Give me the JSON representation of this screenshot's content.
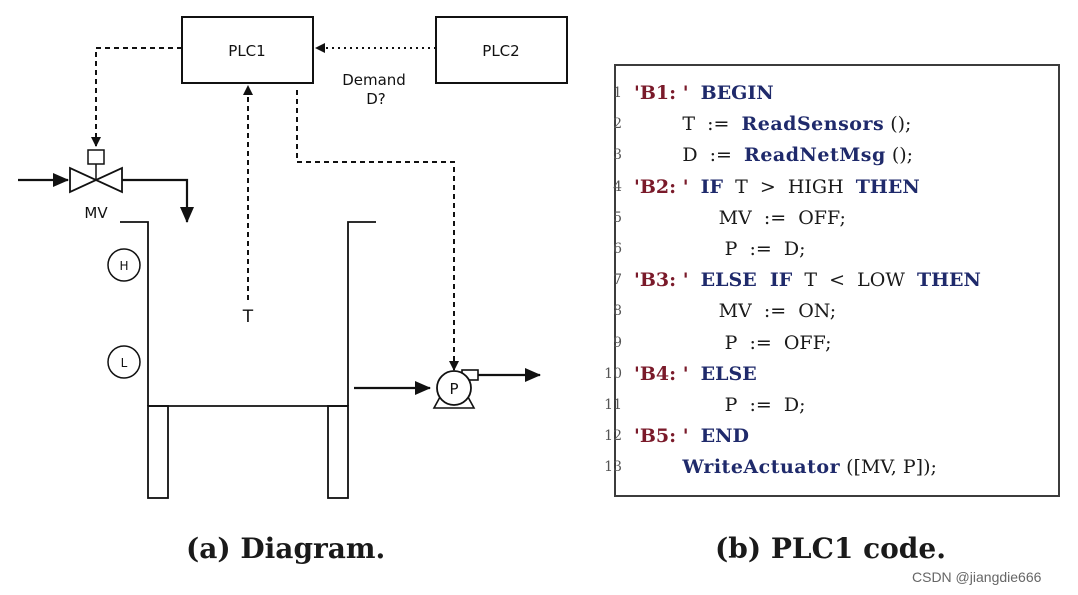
{
  "diagram": {
    "plc1": "PLC1",
    "plc2": "PLC2",
    "demand_line1": "Demand",
    "demand_line2": "D?",
    "valve_label": "MV",
    "sensor_label": "T",
    "high_level": "H",
    "low_level": "L",
    "pump_label": "P"
  },
  "captions": {
    "left": "(a) Diagram.",
    "right": "(b) PLC1 code."
  },
  "code": {
    "lines": [
      {
        "n": "1",
        "label": "'B1: '",
        "indent": "",
        "parts": [
          {
            "t": "BEGIN",
            "c": "kw"
          }
        ]
      },
      {
        "n": "2",
        "label": "",
        "indent": "        ",
        "parts": [
          {
            "t": "T  :=  ",
            "c": "plain"
          },
          {
            "t": "ReadSensors",
            "c": "fn"
          },
          {
            "t": " ();",
            "c": "plain"
          }
        ]
      },
      {
        "n": "3",
        "label": "",
        "indent": "        ",
        "parts": [
          {
            "t": "D  :=  ",
            "c": "plain"
          },
          {
            "t": "ReadNetMsg",
            "c": "fn"
          },
          {
            "t": " ();",
            "c": "plain"
          }
        ]
      },
      {
        "n": "4",
        "label": "'B2: '",
        "indent": "",
        "parts": [
          {
            "t": "IF",
            "c": "kw"
          },
          {
            "t": "  T  >  HIGH  ",
            "c": "plain"
          },
          {
            "t": "THEN",
            "c": "kw"
          }
        ]
      },
      {
        "n": "5",
        "label": "",
        "indent": "              ",
        "parts": [
          {
            "t": "MV  :=  OFF;",
            "c": "plain"
          }
        ]
      },
      {
        "n": "6",
        "label": "",
        "indent": "               ",
        "parts": [
          {
            "t": "P  :=  D;",
            "c": "plain"
          }
        ]
      },
      {
        "n": "7",
        "label": "'B3: '",
        "indent": "",
        "parts": [
          {
            "t": "ELSE  IF",
            "c": "kw"
          },
          {
            "t": "  T  <  LOW  ",
            "c": "plain"
          },
          {
            "t": "THEN",
            "c": "kw"
          }
        ]
      },
      {
        "n": "8",
        "label": "",
        "indent": "              ",
        "parts": [
          {
            "t": "MV  :=  ON;",
            "c": "plain"
          }
        ]
      },
      {
        "n": "9",
        "label": "",
        "indent": "               ",
        "parts": [
          {
            "t": "P  :=  OFF;",
            "c": "plain"
          }
        ]
      },
      {
        "n": "10",
        "label": "'B4: '",
        "indent": "",
        "parts": [
          {
            "t": "ELSE",
            "c": "kw"
          }
        ]
      },
      {
        "n": "11",
        "label": "",
        "indent": "               ",
        "parts": [
          {
            "t": "P  :=  D;",
            "c": "plain"
          }
        ]
      },
      {
        "n": "12",
        "label": "'B5: '",
        "indent": "",
        "parts": [
          {
            "t": "END",
            "c": "kw"
          }
        ]
      },
      {
        "n": "13",
        "label": "",
        "indent": "        ",
        "parts": [
          {
            "t": "WriteActuator",
            "c": "fn"
          },
          {
            "t": " ([MV, P]);",
            "c": "plain"
          }
        ]
      }
    ]
  },
  "watermark": "CSDN @jiangdie666"
}
